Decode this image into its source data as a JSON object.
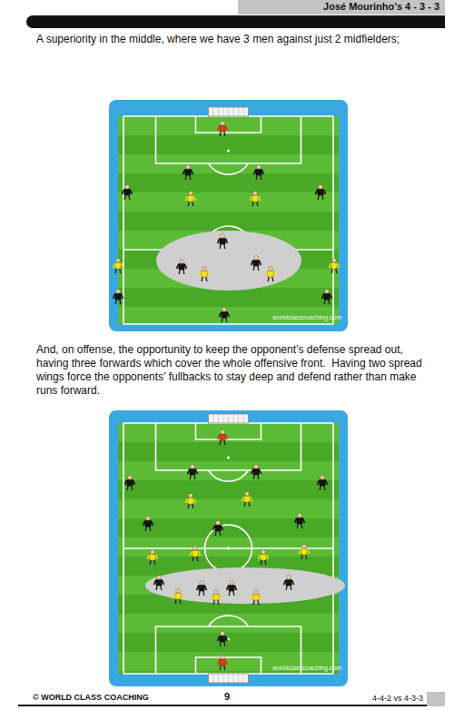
{
  "diagram": {
    "title": "José Mourinho’s 4 - 3 - 3",
    "labels": [
      "A superiority in the middle, where we have 3 men against just 2 midfielders;",
      "And, on offense, the opportunity to keep the opponent’s defense spread out, having three forwards which cover the whole offensive front.  Having two spread wings force the opponents’ fullbacks to stay deep and defend rather than make runs forward.",
      "worldclasscoaching.com",
      "worldclasscoaching.com",
      "© WORLD CLASS COACHING",
      "9",
      "4-4-2 vs 4-3-3"
    ]
  }
}
